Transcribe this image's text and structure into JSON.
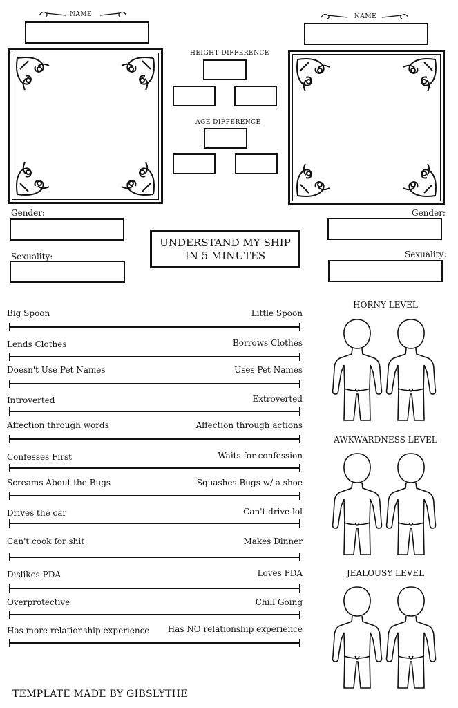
{
  "header": {
    "name_left_label": "NAME",
    "name_right_label": "NAME",
    "height_difference_label": "HEIGHT DIFFERENCE",
    "age_difference_label": "AGE DIFFERENCE"
  },
  "left_profile": {
    "gender_label": "Gender:",
    "sexuality_label": "Sexuality:"
  },
  "right_profile": {
    "gender_label": "Gender:",
    "sexuality_label": "Sexuality:"
  },
  "title": {
    "line1": "UNDERSTAND MY SHIP",
    "line2": "IN 5 MINUTES"
  },
  "scales": [
    {
      "left": "Big Spoon",
      "right": "Little Spoon"
    },
    {
      "left": "Lends Clothes",
      "right": "Borrows Clothes"
    },
    {
      "left": "Doesn't Use Pet Names",
      "right": "Uses Pet Names"
    },
    {
      "left": "Introverted",
      "right": "Extroverted"
    },
    {
      "left": "Affection through words",
      "right": "Affection through actions"
    },
    {
      "left": "Confesses First",
      "right": "Waits for confession"
    },
    {
      "left": "Screams About the Bugs",
      "right": "Squashes Bugs w/ a shoe"
    },
    {
      "left": "Drives the car",
      "right": "Can't drive lol"
    },
    {
      "left": "Can't cook for shit",
      "right": "Makes Dinner"
    },
    {
      "left": "Dislikes PDA",
      "right": "Loves PDA"
    },
    {
      "left": "Overprotective",
      "right": "Chill Going"
    },
    {
      "left": "Has more relationship experience",
      "right": "Has NO relationship experience"
    }
  ],
  "levels": [
    {
      "label": "HORNY LEVEL"
    },
    {
      "label": "AWKWARDNESS LEVEL"
    },
    {
      "label": "JEALOUSY LEVEL"
    }
  ],
  "footer": {
    "credit": "TEMPLATE MADE BY GIBSLYTHE"
  }
}
